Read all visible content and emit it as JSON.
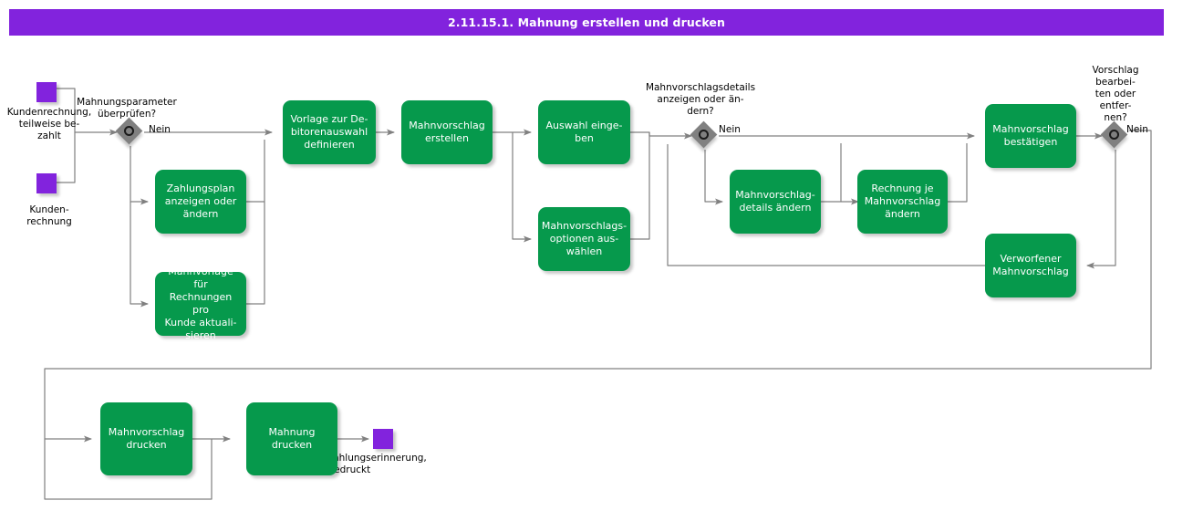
{
  "header": {
    "title": "2.11.15.1. Mahnung erstellen und drucken",
    "bar_color": "#8223dd",
    "text_color": "#ffffff"
  },
  "colors": {
    "task_fill": "#06994c",
    "task_text": "#ffffff",
    "event_fill": "#8223dd",
    "gateway_fill": "#808080",
    "gateway_ring": "#1a1a1a",
    "connector": "#808080",
    "background": "#ffffff"
  },
  "events": [
    {
      "id": "ev-kundenrechnung-teilweise-bezahlt",
      "label": "Kundenrechnung,\nteilweise  be-\nzahlt",
      "type": "start"
    },
    {
      "id": "ev-kundenrechnung",
      "label": "Kunden-\nrechnung",
      "type": "start"
    },
    {
      "id": "ev-zahlungserinnerung-gedruckt",
      "label": "Zahlungserinnerung,\nGedruckt",
      "type": "end"
    }
  ],
  "gateways": [
    {
      "id": "gw-mahnungsparameter",
      "question": "Mahnungsparameter\nüberprüfen?",
      "branch_label": "Nein"
    },
    {
      "id": "gw-mahnvorschlagsdetails",
      "question": "Mahnvorschlagsdetails\nanzeigen oder   än-\ndern?",
      "branch_label": "Nein"
    },
    {
      "id": "gw-vorschlag-bearbeiten",
      "question": "Vorschlag\nbearbei-\nten oder\nentfer-\nnen?",
      "branch_label": "Nein"
    }
  ],
  "tasks": [
    {
      "id": "task-zahlungsplan",
      "label": "Zahlungsplan\nanzeigen oder\nändern"
    },
    {
      "id": "task-mahnvorlage",
      "label": "Mahnvorlage für\nRechnungen pro\nKunde aktuali-\nsieren"
    },
    {
      "id": "task-vorlage-debitorenauswahl",
      "label": "Vorlage zur De-\nbitorenauswahl\ndefinieren"
    },
    {
      "id": "task-mahnvorschlag-erstellen",
      "label": "Mahnvorschlag\nerstellen"
    },
    {
      "id": "task-auswahl-eingeben",
      "label": "Auswahl einge-\nben"
    },
    {
      "id": "task-mahnvorschlagsoptionen",
      "label": "Mahnvorschlags-\noptionen  aus-\nwählen"
    },
    {
      "id": "task-mahnvorschlagsdetails-aendern",
      "label": "Mahnvorschlag-\ndetails ändern"
    },
    {
      "id": "task-rechnung-je-mahnvorschlag",
      "label": "Rechnung je\nMahnvorschlag\nändern"
    },
    {
      "id": "task-mahnvorschlag-bestaetigen",
      "label": "Mahnvorschlag\nbestätigen"
    },
    {
      "id": "task-verworfener-mahnvorschlag",
      "label": "Verworfener\nMahnvorschlag"
    },
    {
      "id": "task-mahnvorschlag-drucken",
      "label": "Mahnvorschlag\ndrucken"
    },
    {
      "id": "task-mahnung-drucken",
      "label": "Mahnung\ndrucken"
    }
  ]
}
